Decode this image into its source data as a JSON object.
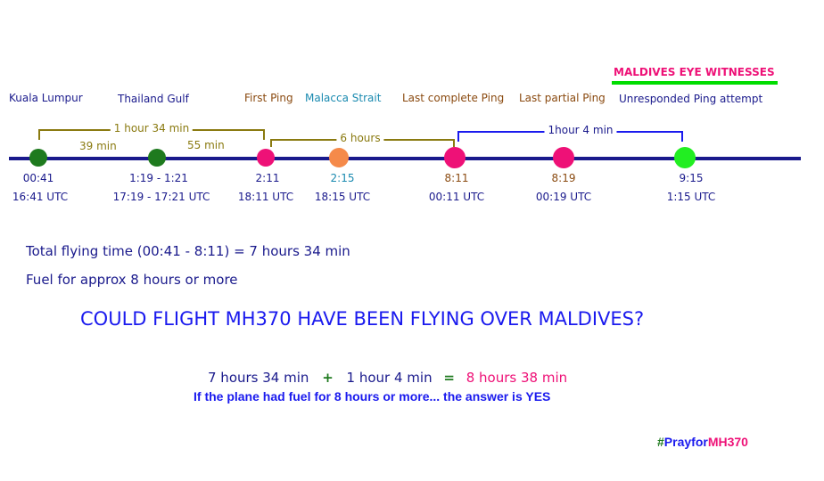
{
  "header": {
    "witness_title": "MALDIVES EYE WITNESSES"
  },
  "locations": [
    {
      "label": "Kuala Lumpur"
    },
    {
      "label": "Thailand Gulf"
    },
    {
      "label": "First Ping"
    },
    {
      "label": "Malacca Strait"
    },
    {
      "label": "Last complete Ping"
    },
    {
      "label": "Last partial Ping"
    },
    {
      "label": "Unresponded Ping attempt"
    }
  ],
  "timeline": [
    {
      "local": "00:41",
      "utc": "16:41 UTC"
    },
    {
      "local": "1:19 - 1:21",
      "utc": "17:19 - 17:21 UTC"
    },
    {
      "local": "2:11",
      "utc": "18:11 UTC"
    },
    {
      "local": "2:15",
      "utc": "18:15 UTC"
    },
    {
      "local": "8:11",
      "utc": "00:11 UTC"
    },
    {
      "local": "8:19",
      "utc": "00:19 UTC"
    },
    {
      "local": "9:15",
      "utc": "1:15 UTC"
    }
  ],
  "durations": {
    "total_span": "1 hour 34 min",
    "seg_a": "39 min",
    "seg_b": "55 min",
    "six_hours": "6 hours",
    "one_hour_four": "1hour 4 min"
  },
  "summary": {
    "total_time": "Total flying time (00:41 - 8:11) = 7 hours 34 min",
    "fuel": "Fuel for approx 8 hours or more"
  },
  "headline": "COULD FLIGHT MH370 HAVE BEEN FLYING OVER MALDIVES?",
  "equation": {
    "a": "7 hours 34 min",
    "plus": "+",
    "b": "1 hour 4 min",
    "equals": "=",
    "result": "8 hours 38 min"
  },
  "conclusion": "If the plane had fuel for 8 hours or more... the answer is YES",
  "hashtag": {
    "hash": "#",
    "pray": "Prayfor",
    "tag": "MH370"
  },
  "colors": {
    "navy": "#1a1a8c",
    "dark_green": "#1e7a1e",
    "pink": "#ee1177",
    "orange": "#f58a4a",
    "bright_green": "#22ee22",
    "olive": "#8a7a10",
    "brown": "#8a4a10",
    "teal": "#1a8ab0",
    "blue": "#1a1aee"
  }
}
